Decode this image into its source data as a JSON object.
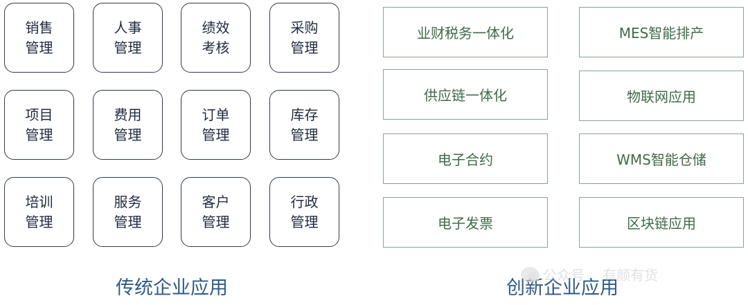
{
  "traditional": {
    "items": [
      {
        "line1": "销售",
        "line2": "管理"
      },
      {
        "line1": "人事",
        "line2": "管理"
      },
      {
        "line1": "绩效",
        "line2": "考核"
      },
      {
        "line1": "采购",
        "line2": "管理"
      },
      {
        "line1": "项目",
        "line2": "管理"
      },
      {
        "line1": "费用",
        "line2": "管理"
      },
      {
        "line1": "订单",
        "line2": "管理"
      },
      {
        "line1": "库存",
        "line2": "管理"
      },
      {
        "line1": "培训",
        "line2": "管理"
      },
      {
        "line1": "服务",
        "line2": "管理"
      },
      {
        "line1": "客户",
        "line2": "管理"
      },
      {
        "line1": "行政",
        "line2": "管理"
      }
    ],
    "caption": "传统企业应用"
  },
  "innovative": {
    "items": [
      "业财税务一体化",
      "MES智能排产",
      "供应链一体化",
      "物联网应用",
      "电子合约",
      "WMS智能仓储",
      "电子发票",
      "区块链应用"
    ],
    "caption": "创新企业应用"
  },
  "watermark": {
    "account": "公众号",
    "name": "有颜有货"
  },
  "colors": {
    "trad_border": "#2f3a4f",
    "innov_border": "#86a48c",
    "innov_text": "#3d6b47",
    "caption": "#2e5a86"
  }
}
